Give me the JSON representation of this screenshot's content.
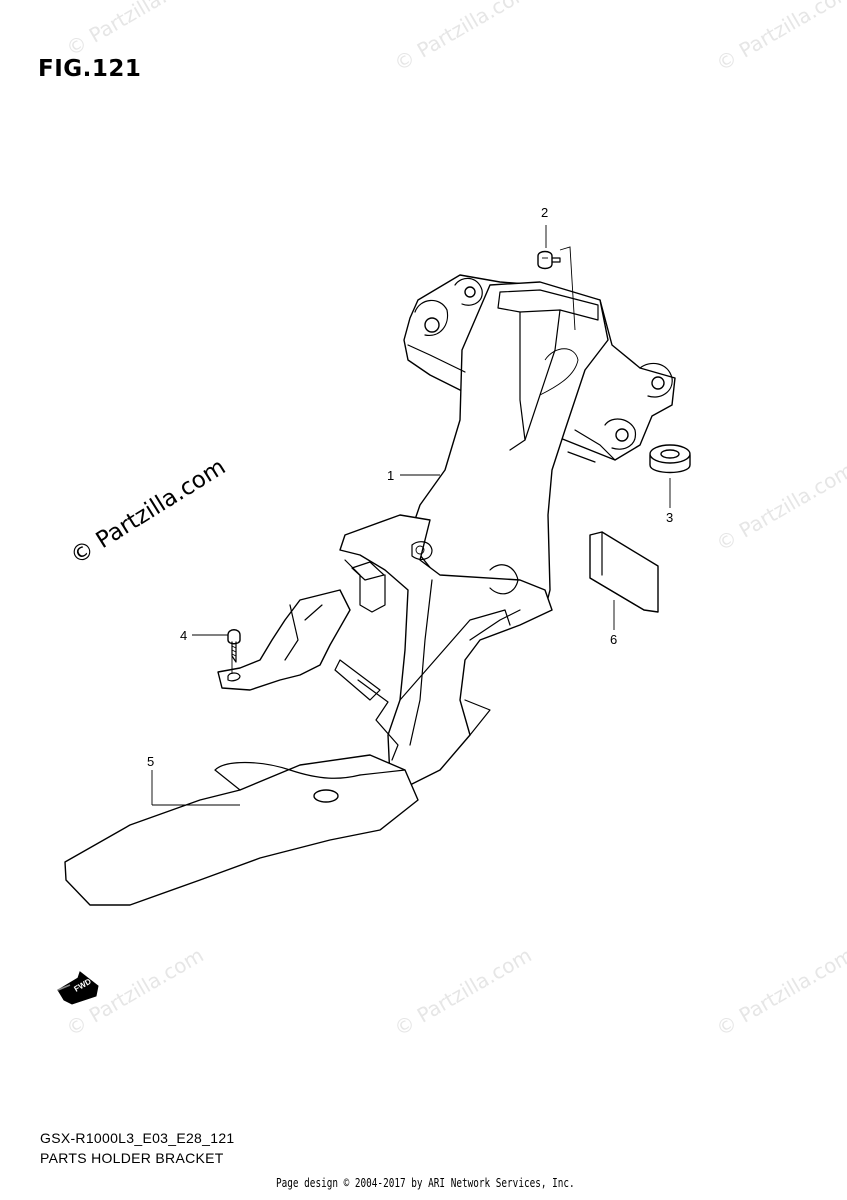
{
  "figure": {
    "title": "FIG.121",
    "model_code": "GSX-R1000L3_E03_E28_121",
    "name": "PARTS HOLDER BRACKET"
  },
  "callouts": [
    {
      "number": "1"
    },
    {
      "number": "2"
    },
    {
      "number": "3"
    },
    {
      "number": "4"
    },
    {
      "number": "5"
    },
    {
      "number": "6"
    }
  ],
  "fwd_label": "FWD",
  "watermark": {
    "text": "© Partzilla.com",
    "prominent_text": "© Partzilla.com"
  },
  "credit": "Page design © 2004-2017 by ARI Network Services, Inc."
}
